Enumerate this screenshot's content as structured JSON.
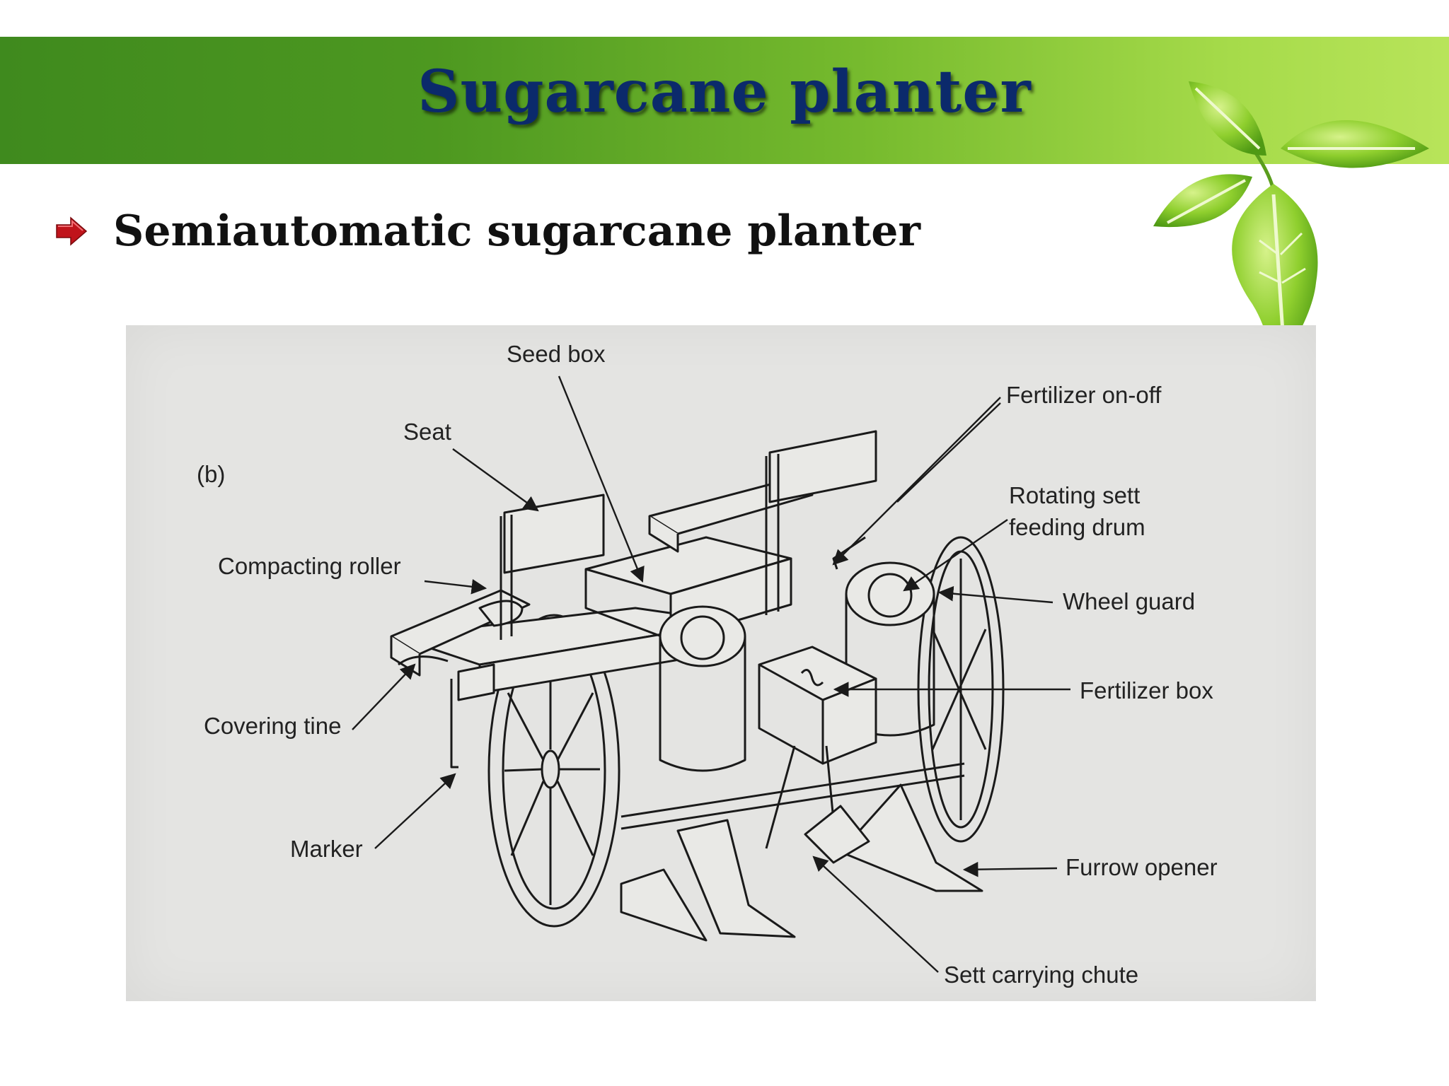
{
  "slide": {
    "title": "Sugarcane planter",
    "bullet": "Semiautomatic sugarcane planter"
  },
  "figure": {
    "panel_label": "(b)",
    "labels": {
      "seed_box": "Seed box",
      "seat": "Seat",
      "fertilizer_on_off": "Fertilizer on-off",
      "rotating_sett_1": "Rotating sett",
      "rotating_sett_2": "feeding drum",
      "compacting_roller": "Compacting roller",
      "wheel_guard": "Wheel guard",
      "fertilizer_box": "Fertilizer box",
      "covering_tine": "Covering tine",
      "marker": "Marker",
      "furrow_opener": "Furrow opener",
      "sett_carrying_chute": "Sett carrying chute"
    }
  },
  "colors": {
    "title_text": "#0b2a6b",
    "header_green_dark": "#3f8a1e",
    "header_green_light": "#b8e45a",
    "bullet_red": "#c0141b"
  },
  "icons": {
    "bullet": "red-arrow-bullet-icon",
    "decoration": "green-leaves-icon"
  }
}
